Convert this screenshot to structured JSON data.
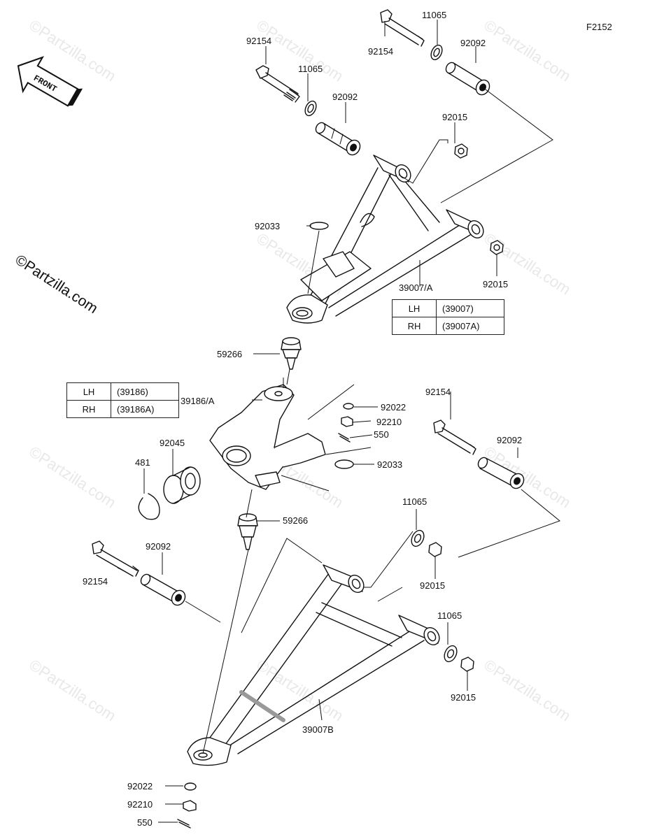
{
  "figure_code": "F2152",
  "copyright": "©Partzilla.com",
  "watermark": "©Partzilla.com",
  "front_arrow": "FRONT",
  "labels": {
    "u_92154_a": "92154",
    "u_11065_a": "11065",
    "u_92092_a": "92092",
    "u_92154_b": "92154",
    "u_11065_b": "11065",
    "u_92092_b": "92092",
    "u_92015_a": "92015",
    "u_92033": "92033",
    "u_39007": "39007/A",
    "u_92015_b": "92015",
    "u_59266": "59266",
    "k_39186": "39186/A",
    "k_92022": "92022",
    "k_92210": "92210",
    "k_550": "550",
    "k_92033": "92033",
    "k_92045": "92045",
    "k_481": "481",
    "k_59266": "59266",
    "l_92154_r": "92154",
    "l_92092_r": "92092",
    "l_11065_a": "11065",
    "l_92015_a": "92015",
    "l_92154_l": "92154",
    "l_92092_l": "92092",
    "l_11065_b": "11065",
    "l_92015_b": "92015",
    "l_39007b": "39007B",
    "l_92022": "92022",
    "l_92210": "92210",
    "l_550": "550"
  },
  "tables": {
    "upper_arm": [
      {
        "side": "LH",
        "code": "(39007)"
      },
      {
        "side": "RH",
        "code": "(39007A)"
      }
    ],
    "knuckle": [
      {
        "side": "LH",
        "code": "(39186)"
      },
      {
        "side": "RH",
        "code": "(39186A)"
      }
    ]
  }
}
